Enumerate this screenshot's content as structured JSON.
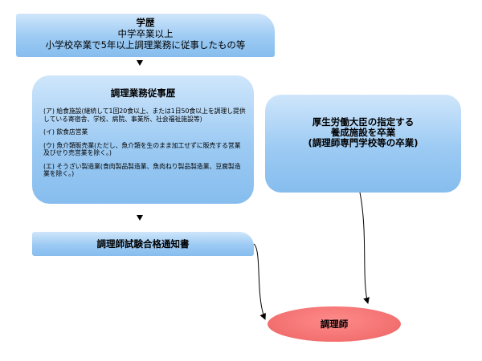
{
  "box_education": {
    "title": "学歴",
    "line1": "中学卒業以上",
    "line2": "小学校卒業で5年以上調理業務に従事したもの等"
  },
  "box_experience": {
    "title": "調理業務従事歴",
    "items": [
      "(ア) 給食施設(継続して1回20食以上、または1日50食以上を調理し提供している寄宿舎、学校、病院、事業所、社会福祉施設等)",
      "(イ) 飲食店営業",
      "(ウ) 魚介類販売業(ただし、魚介類を生のまま加工せずに販売する営業及びせり売営業を除く。)",
      "(エ) そうざい製造業(食肉製品製造業、魚肉ねり製品製造業、豆腐製造業を除く。)"
    ]
  },
  "box_training": {
    "line1": "厚生労働大臣の指定する",
    "line2": "養成施設を卒業",
    "line3": "(調理師専門学校等の卒業)"
  },
  "box_certificate": {
    "title": "調理師試験合格通知書"
  },
  "result": {
    "label": "調理師"
  },
  "colors": {
    "box_fill": "#9ccaf3",
    "result_fill": "#f26f6f"
  }
}
